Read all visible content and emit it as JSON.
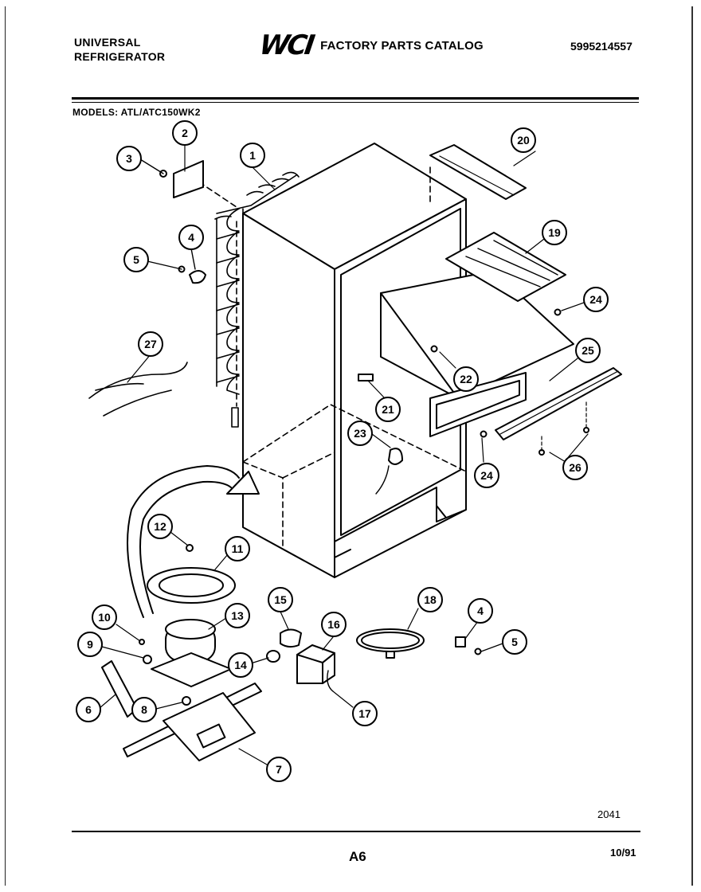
{
  "header": {
    "brand_line1": "UNIVERSAL",
    "brand_line2": "REFRIGERATOR",
    "logo_text": "WCI",
    "catalog_title": "FACTORY PARTS CATALOG",
    "catalog_number": "5995214557"
  },
  "models_label": "MODELS:  ATL/ATC150WK2",
  "figure_number": "2041",
  "page_number": "A6",
  "date": "10/91",
  "callouts": [
    "1",
    "2",
    "3",
    "4",
    "5",
    "27",
    "12",
    "11",
    "10",
    "9",
    "6",
    "8",
    "13",
    "15",
    "14",
    "16",
    "17",
    "18",
    "4",
    "5",
    "7",
    "20",
    "19",
    "24",
    "25",
    "22",
    "21",
    "23",
    "24",
    "26"
  ]
}
